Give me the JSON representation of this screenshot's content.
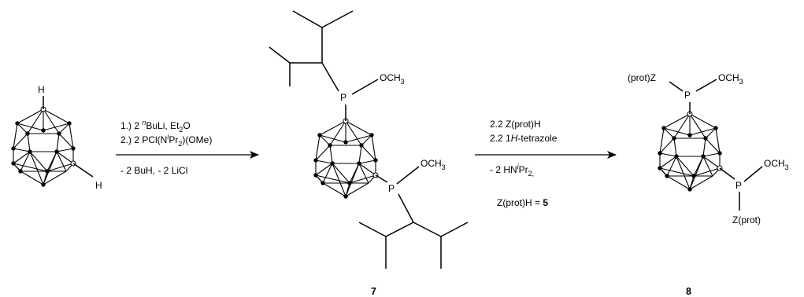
{
  "reagents_step1": {
    "line1": "1.) 2 ",
    "line1_sup": "n",
    "line1_b": "BuLi, Et",
    "line1_sub": "2",
    "line1_c": "O",
    "line2": "2.) 2 PCl(N",
    "line2_sup": "i",
    "line2_b": "Pr",
    "line2_sub": "2",
    "line2_c": ")(OMe)",
    "line3": "- 2 BuH, - 2 LiCl"
  },
  "reagents_step2": {
    "line1": "2.2 Z(prot)H",
    "line2_a": "2.2 1",
    "line2_i": "H",
    "line2_b": "-tetrazole",
    "line3_a": "- 2 HN",
    "line3_sup": "i",
    "line3_b": "Pr",
    "line3_sub": "2,",
    "line4_a": "Z(prot)H = ",
    "line4_b": "5"
  },
  "start": {
    "h_top": "H",
    "h_right": "H"
  },
  "compound7": {
    "p_top": "P",
    "p_side": "P",
    "ome_top_a": "OCH",
    "ome_top_sub": "3",
    "ome_side_a": "OCH",
    "ome_side_sub": "3",
    "number": "7"
  },
  "compound8": {
    "p_top": "P",
    "p_side": "P",
    "z_top": "(prot)Z",
    "z_side": "Z(prot)",
    "ome_top_a": "OCH",
    "ome_top_sub": "3",
    "ome_side_a": "OCH",
    "ome_side_sub": "3",
    "number": "8"
  }
}
